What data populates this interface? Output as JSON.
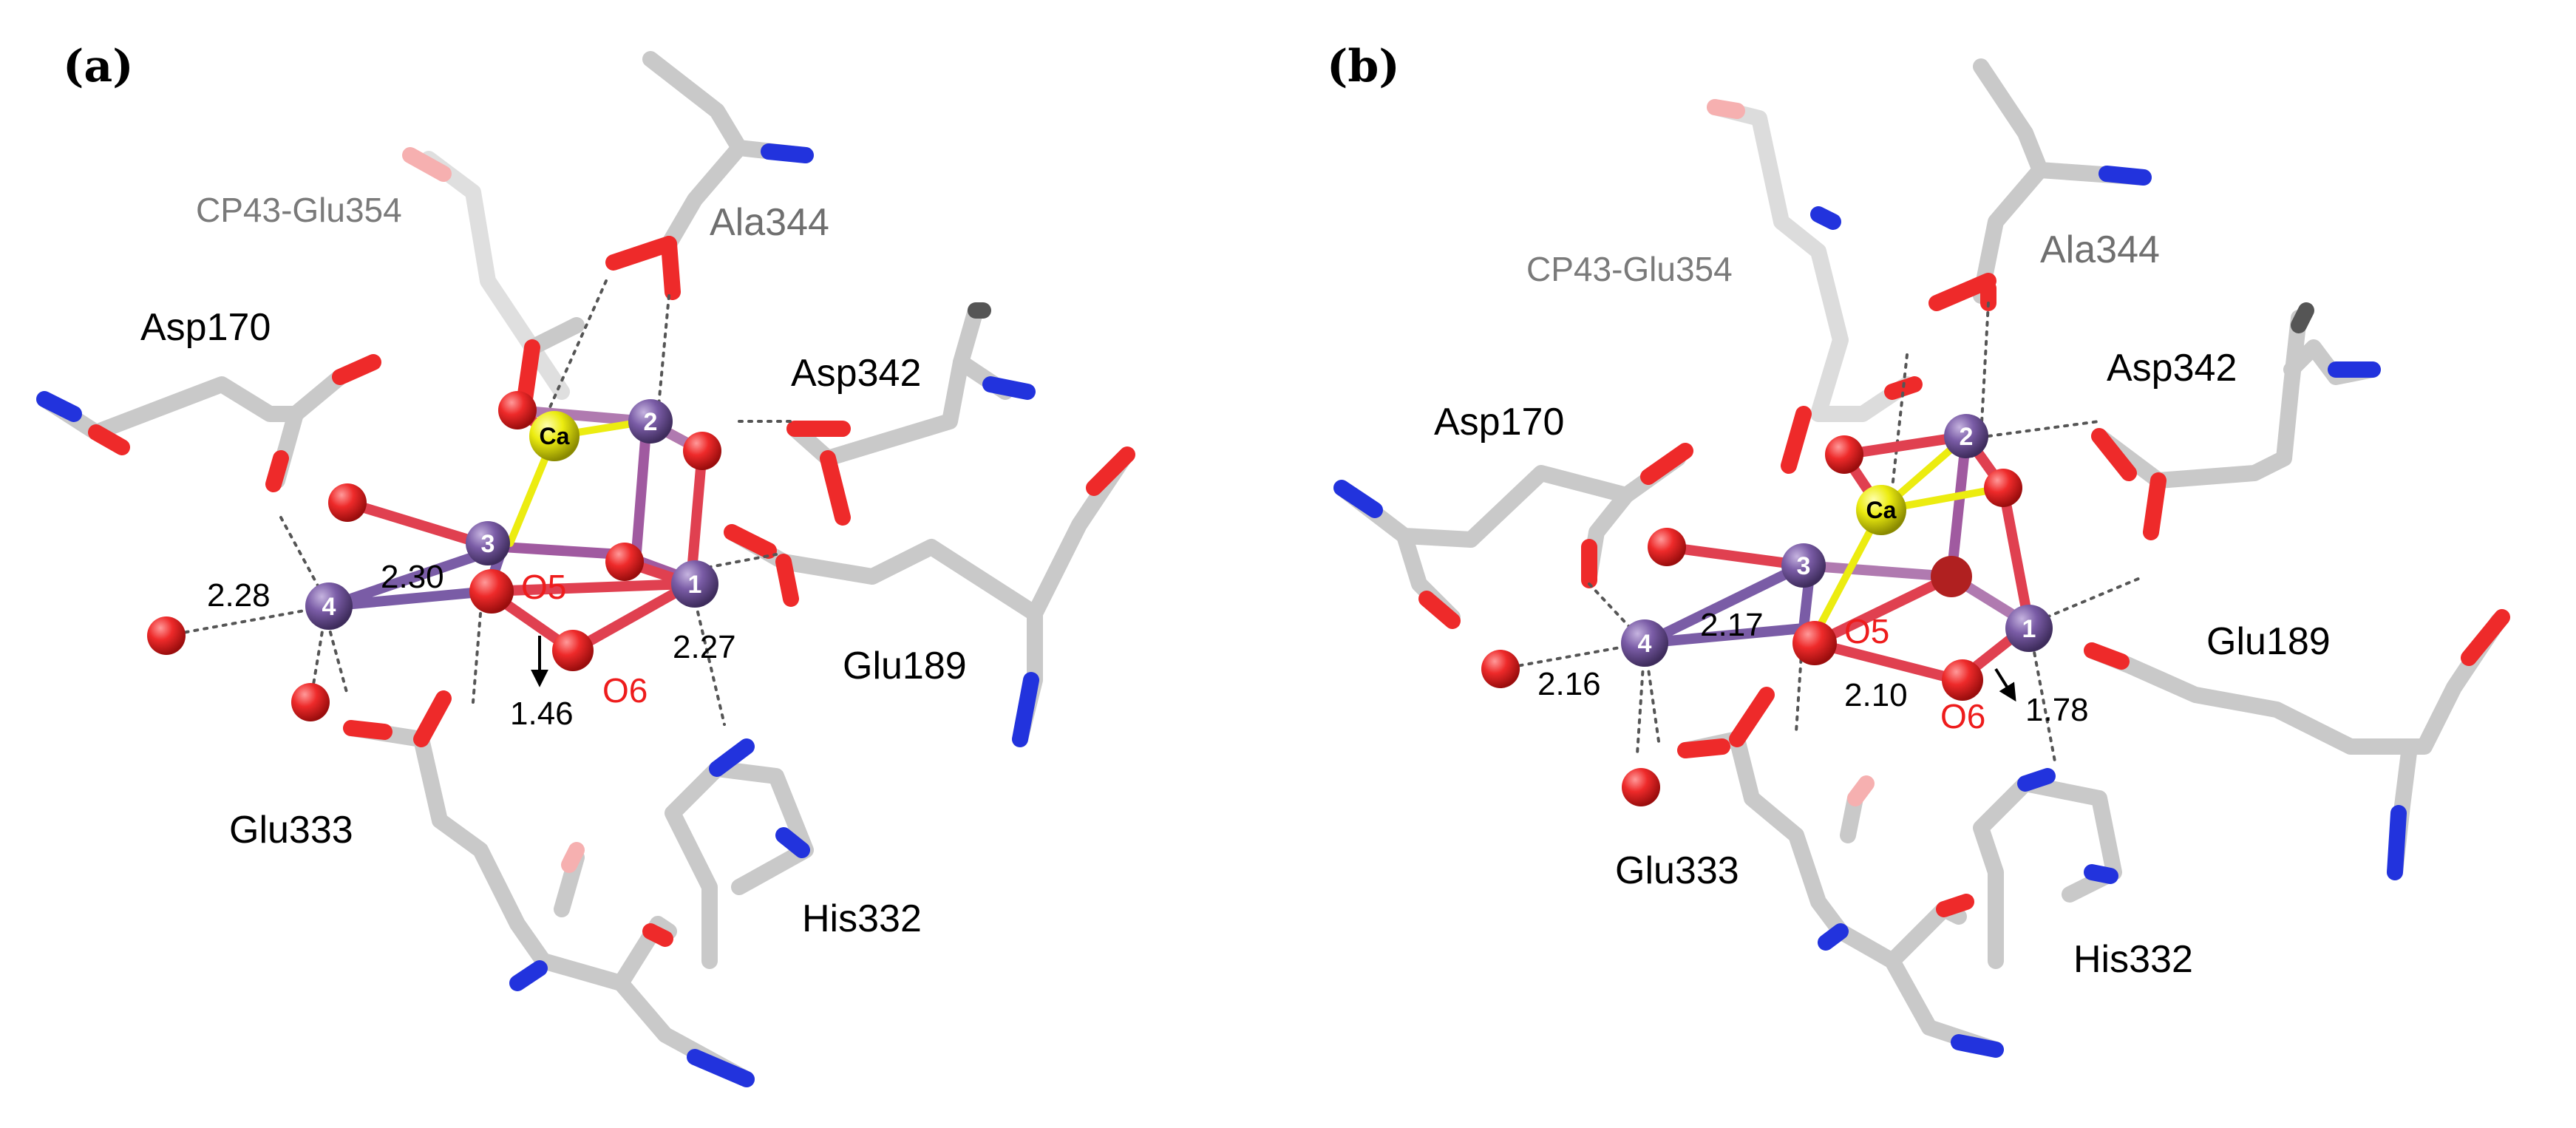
{
  "colors": {
    "carbon": "#c9c9c9",
    "oxygen": "#ee2a2a",
    "nitrogen": "#2233dd",
    "manganese": "#7a5ca6",
    "calcium": "#ecec10",
    "mn_o_bond": "#e04050"
  },
  "panels": [
    {
      "label": "(a)",
      "residues": {
        "cp43": "CP43-Glu354",
        "ala344": "Ala344",
        "asp170": "Asp170",
        "asp342": "Asp342",
        "glu189": "Glu189",
        "glu333": "Glu333",
        "his332": "His332"
      },
      "ions": {
        "ca": "Ca",
        "mn1": "1",
        "mn2": "2",
        "mn3": "3",
        "mn4": "4"
      },
      "oxygens": {
        "o5": "O5",
        "o6": "O6"
      },
      "distances": {
        "w_mn4": "2.28",
        "mn4_o5": "2.30",
        "o6_mn1": "2.27",
        "o5_o6": "1.46"
      }
    },
    {
      "label": "(b)",
      "residues": {
        "cp43": "CP43-Glu354",
        "ala344": "Ala344",
        "asp170": "Asp170",
        "asp342": "Asp342",
        "glu189": "Glu189",
        "glu333": "Glu333",
        "his332": "His332"
      },
      "ions": {
        "ca": "Ca",
        "mn1": "1",
        "mn2": "2",
        "mn3": "3",
        "mn4": "4"
      },
      "oxygens": {
        "o5": "O5",
        "o6": "O6"
      },
      "distances": {
        "w_mn4": "2.16",
        "mn4_o5": "2.17",
        "o5_o6": "2.10",
        "o6_mn1": "1.78"
      }
    }
  ]
}
